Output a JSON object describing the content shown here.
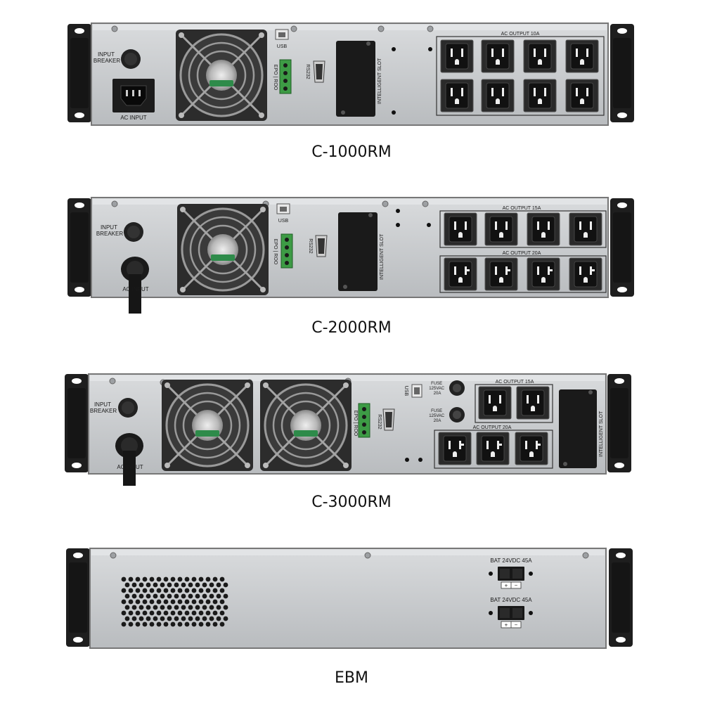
{
  "units": [
    {
      "model": "C-1000RM",
      "labels": {
        "input_breaker": [
          "INPUT",
          "BREAKER"
        ],
        "ac_input": "AC INPUT",
        "usb": "USB",
        "epo_roo": "EPO | ROO",
        "rs232": "RS232",
        "intelligent_slot": "INTELLIGENT SLOT",
        "ac_output_top": "AC OUTPUT 10A"
      }
    },
    {
      "model": "C-2000RM",
      "labels": {
        "input_breaker": [
          "INPUT",
          "BREAKER"
        ],
        "ac_input": "AC INPUT",
        "usb": "USB",
        "epo_roo": "EPO | ROO",
        "rs232": "RS232",
        "intelligent_slot": "INTELLIGENT SLOT",
        "ac_output_top": "AC OUTPUT 15A",
        "ac_output_bottom": "AC OUTPUT 20A"
      }
    },
    {
      "model": "C-3000RM",
      "labels": {
        "input_breaker": [
          "INPUT",
          "BREAKER"
        ],
        "ac_input": "AC INPUT",
        "usb": "USB",
        "epo_roo": "EPO | ROO",
        "rs232": "RS232",
        "intelligent_slot": "INTELLIGENT SLOT",
        "fuse": [
          "FUSE",
          "125VAC",
          "20A"
        ],
        "ac_output_top": "AC OUTPUT 15A",
        "ac_output_bottom": "AC OUTPUT 20A"
      }
    },
    {
      "model": "EBM",
      "labels": {
        "bat_1": "BAT 24VDC 45A",
        "bat_2": "BAT 24VDC 45A",
        "plus": "+",
        "minus": "−"
      }
    }
  ],
  "colors": {
    "panel": "#c9cbcd",
    "panel_dark": "#a9acaf",
    "bracket": "#1e1e1e",
    "outlet_bg": "#222222",
    "terminal": "#3d9b45",
    "fan": "#2a2a2a",
    "fan_label": "#2e8b4a"
  }
}
